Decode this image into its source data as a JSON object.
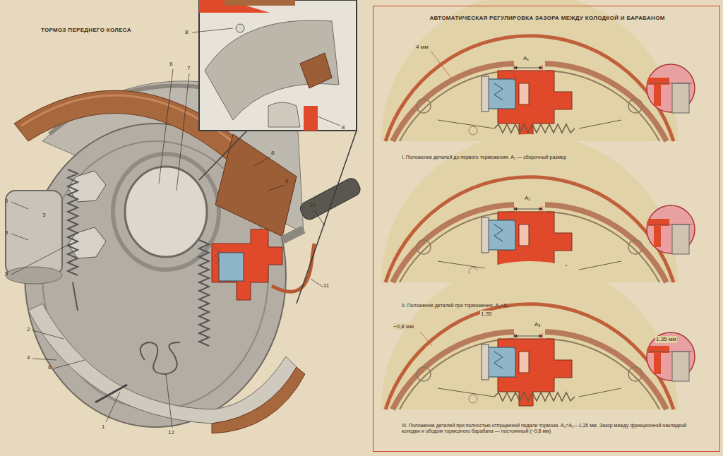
{
  "diagram": {
    "title": "ТОРМОЗ ПЕРЕДНЕГО КОЛЕСА",
    "nodes": [
      {
        "text": [
          "АВТОМАТИЧЕСКАЯ РЕГУЛИРОВКА ЗАЗОРА МЕЖДУ КОЛОДКОЙ И БАРАБАНОМ",
          "I. Положение деталей до первого торможения. A₁ — сборочный размер",
          "II. Положение деталей при торможении. A₂>A₁.",
          "III. Положение деталей при полностью отпущенной педали тормоза. A₃=A₁—1,35 мм. Зазор между фрикционной накладкой колодки и ободом тормозного барабана — постоянный (~0,8 мм)"
        ]
      }
    ],
    "labels": [
      "A₁",
      "4 мм",
      "A₂",
      "1,35",
      "A₃",
      "~0,8 мм",
      "1,35 мм",
      "8",
      "6",
      "7",
      "8",
      "9",
      "10",
      "11",
      "5",
      "3",
      "3",
      "5",
      "2",
      "4",
      "6",
      "1",
      "12",
      "8"
    ]
  }
}
